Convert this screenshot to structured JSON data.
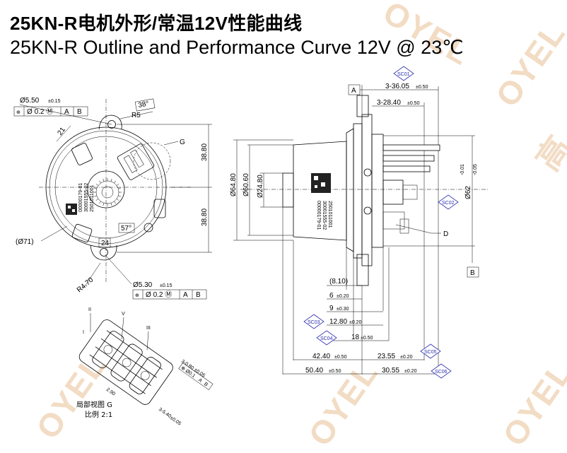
{
  "title_cn": "25KN-R电机外形/常温12V性能曲线",
  "title_en": "25KN-R Outline and Performance Curve 12V @ 23℃",
  "watermark": "OYEL",
  "watermark_cn": "高",
  "front_view": {
    "hole_diameter": "5.50",
    "hole_tol": "±0.15",
    "fcf_top_value": "0.2",
    "fcf_top_datum1": "A",
    "fcf_top_datum2": "B",
    "angle_38": "38°",
    "radius_r5": "R5",
    "dim_21": "21",
    "callout_g": "G",
    "dim_3880_top": "38.80",
    "dim_3880_bottom": "38.80",
    "dia_71": "(Ø71)",
    "angle_57": "57°",
    "dim_24": "24",
    "radius_r470": "R4.70",
    "hole2_diameter": "5.30",
    "hole2_tol": "±0.15",
    "fcf_bot_value": "0.2",
    "fcf_bot_datum1": "A",
    "fcf_bot_datum2": "B",
    "label_lines": [
      "00000179-01",
      "30001555-02",
      "2501011001"
    ]
  },
  "side_view": {
    "datum_a": "A",
    "datum_b": "B",
    "dim_3605": "3-36.05",
    "dim_3605_tol": "±0.50",
    "dim_2840": "3-28.40",
    "dim_2840_tol": "±0.50",
    "dia_6480": "Ø64.80",
    "dia_6060": "Ø60.60",
    "dia_2480": "Ø24.80",
    "dia_62": "Ø62",
    "dia_62_tol_upper": "-0.01",
    "dia_62_tol_lower": "-0.05",
    "callout_d": "D",
    "dim_810": "(8.10)",
    "dim_6": "6",
    "dim_6_tol": "±0.20",
    "dim_9": "9",
    "dim_9_tol": "±0.30",
    "dim_1280": "12.80",
    "dim_1280_tol": "±0.20",
    "dim_18": "18",
    "dim_18_tol": "±0.50",
    "dim_4240": "42.40",
    "dim_4240_tol": "±0.50",
    "dim_2355": "23.55",
    "dim_2355_tol": "±0.20",
    "dim_5040": "50.40",
    "dim_5040_tol": "±0.50",
    "dim_3055": "30.55",
    "dim_3055_tol": "±0.20",
    "label_lines": [
      "00000179-01",
      "30001555-02",
      "2501011001"
    ]
  },
  "sc_marks": {
    "sc01": "SC01",
    "sc02": "SC02",
    "sc03": "SC03",
    "sc04": "SC04",
    "sc05": "SC05",
    "sc06": "SC06"
  },
  "detail_view": {
    "title": "局部视图 G",
    "scale": "比例 2:1",
    "dim_a": "3-0.80",
    "dim_a_tol": "±0.05",
    "dim_b": "2.90",
    "dim_c": "3-5.40",
    "dim_c_tol": "±0.05",
    "fcf_value": "0.1",
    "fcf_datum1": "A",
    "fcf_datum2": "B",
    "pin_i": "I",
    "pin_ii": "II",
    "pin_v": "V",
    "pin_iii": "III"
  },
  "colors": {
    "sc_marker": "#2b2fb0",
    "watermark": "#f2dcc4",
    "line": "#000000"
  }
}
